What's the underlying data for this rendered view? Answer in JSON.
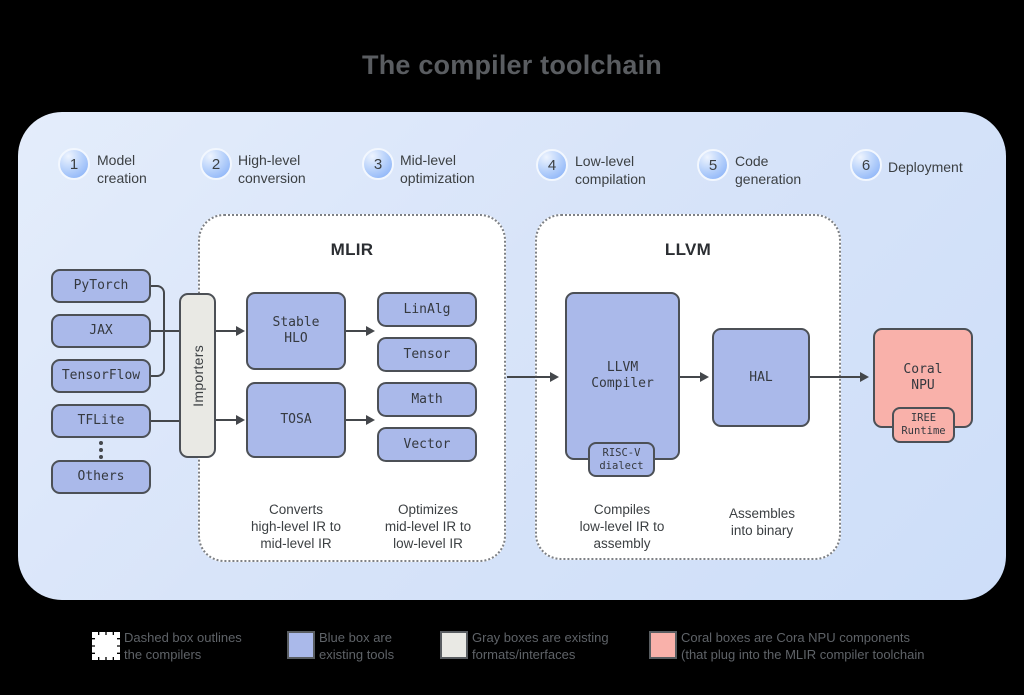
{
  "title": "The compiler toolchain",
  "steps": [
    {
      "number": "1",
      "label": "Model creation"
    },
    {
      "number": "2",
      "label": "High-level conversion"
    },
    {
      "number": "3",
      "label": "Mid-level optimization"
    },
    {
      "number": "4",
      "label": "Low-level compilation"
    },
    {
      "number": "5",
      "label": "Code generation"
    },
    {
      "number": "6",
      "label": "Deployment"
    }
  ],
  "sources": {
    "items": [
      "PyTorch",
      "JAX",
      "TensorFlow",
      "TFLite",
      "Others"
    ]
  },
  "importers_label": "Importers",
  "mlir": {
    "title": "MLIR",
    "stable_hlo": "Stable\nHLO",
    "tosa": "TOSA",
    "dialects": [
      "LinAlg",
      "Tensor",
      "Math",
      "Vector"
    ],
    "caption_convert": "Converts\nhigh-level IR to\nmid-level IR",
    "caption_optimize": "Optimizes\nmid-level IR to\nlow-level IR"
  },
  "llvm": {
    "title": "LLVM",
    "compiler": "LLVM\nCompiler",
    "riscv_dialect": "RISC-V\ndialect",
    "hal": "HAL",
    "caption_compile": "Compiles\nlow-level IR to\nassembly",
    "caption_assemble": "Assembles\ninto binary"
  },
  "coral": {
    "npu": "Coral\nNPU",
    "iree_runtime": "IREE\nRuntime"
  },
  "legend": [
    {
      "swatch": "dashed",
      "label": "Dashed box outlines\nthe compilers"
    },
    {
      "swatch": "blue",
      "label": "Blue box are\nexisting tools"
    },
    {
      "swatch": "gray",
      "label": "Gray boxes are existing\nformats/interfaces"
    },
    {
      "swatch": "coral",
      "label": "Coral boxes are Cora NPU components\n(that plug into the MLIR compiler toolchain"
    }
  ],
  "colors": {
    "blue_box": "#aab9ea",
    "gray_box": "#e9e9e4",
    "coral_box": "#f9b1aa",
    "panel_gradient_from": "#e4edfb",
    "panel_gradient_to": "#cddef9",
    "connector": "#44474b",
    "text_dark": "#3c4043",
    "legend_text": "#5f6368",
    "title_text": "#5a5d61"
  }
}
